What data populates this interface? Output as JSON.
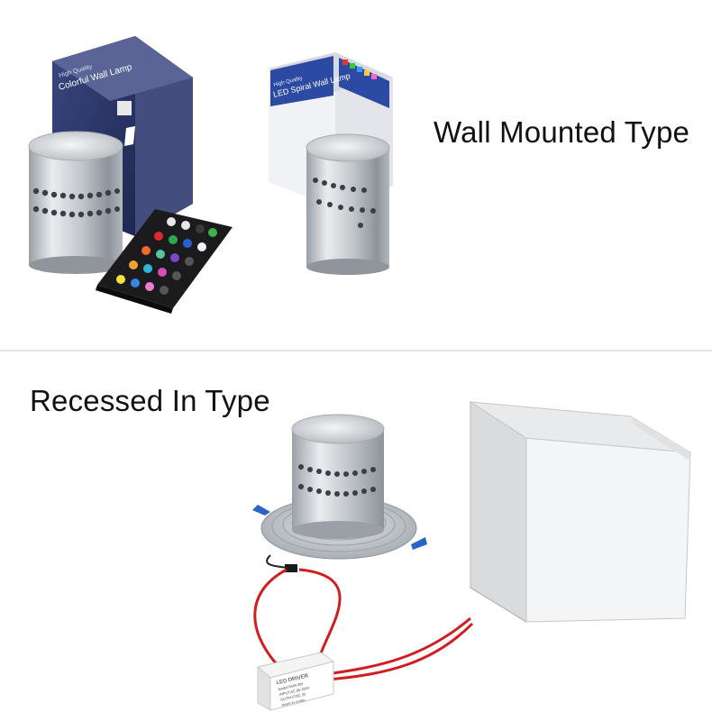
{
  "captions": {
    "wall_mounted": "Wall Mounted Type",
    "recessed_in": "Recessed In Type"
  },
  "box_print": {
    "left_box_small": "High Quality",
    "left_box_title": "Colorful Wall Lamp",
    "right_box_small": "High Quality",
    "right_box_title": "LED Spiral Wall Lamp"
  },
  "driver_label": {
    "line1": "LED DRIVER",
    "line2": "Model:RGB-3W",
    "line3": "INPUT:AC 85-265V",
    "line4": "OUTPUT:DC 3V",
    "line5": "MADE IN CHINA"
  },
  "colors": {
    "aluminum": "#c9cdd2",
    "box_navy": "#2e3a6e",
    "wire_red": "#d21c22",
    "clip_blue": "#2a63c9",
    "divider": "#e6e6e6"
  }
}
